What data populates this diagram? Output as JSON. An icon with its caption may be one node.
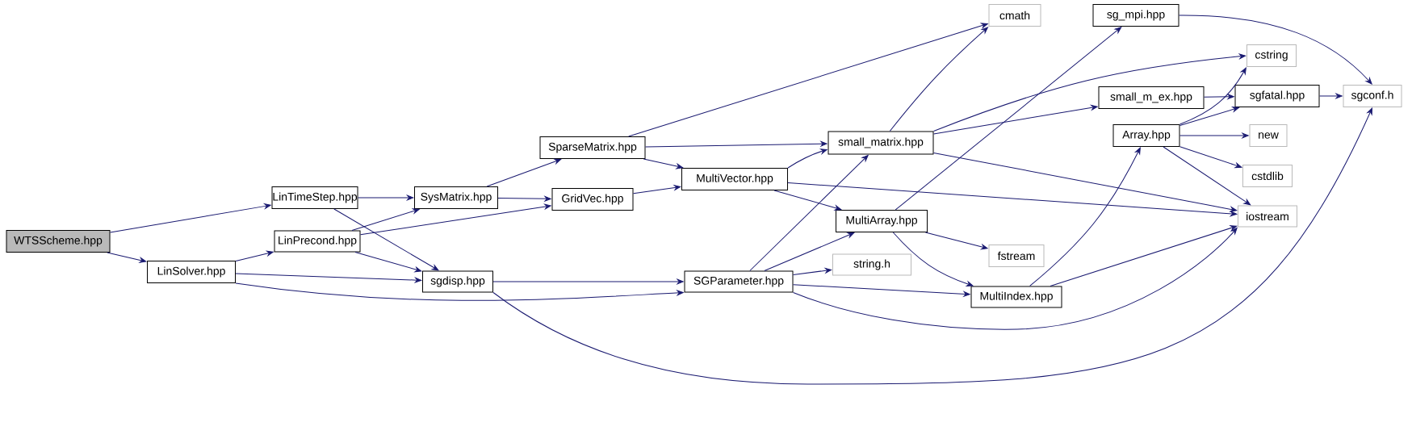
{
  "diagram": {
    "nodes": [
      {
        "text": [
          "WTSScheme.hpp"
        ]
      },
      {
        "text": [
          "LinTimeStep.hpp"
        ]
      },
      {
        "text": [
          "LinSolver.hpp"
        ]
      },
      {
        "text": [
          "LinPrecond.hpp"
        ]
      },
      {
        "text": [
          "SysMatrix.hpp"
        ]
      },
      {
        "text": [
          "sgdisp.hpp"
        ]
      },
      {
        "text": [
          "SparseMatrix.hpp"
        ]
      },
      {
        "text": [
          "GridVec.hpp"
        ]
      },
      {
        "text": [
          "SGParameter.hpp"
        ]
      },
      {
        "text": [
          "MultiVector.hpp"
        ]
      },
      {
        "text": [
          "small_matrix.hpp"
        ]
      },
      {
        "text": [
          "MultiArray.hpp"
        ]
      },
      {
        "text": [
          "string.h"
        ]
      },
      {
        "text": [
          "cmath"
        ]
      },
      {
        "text": [
          "sg_mpi.hpp"
        ]
      },
      {
        "text": [
          "cstring"
        ]
      },
      {
        "text": [
          "small_m_ex.hpp"
        ]
      },
      {
        "text": [
          "sgfatal.hpp"
        ]
      },
      {
        "text": [
          "sgconf.h"
        ]
      },
      {
        "text": [
          "Array.hpp"
        ]
      },
      {
        "text": [
          "new"
        ]
      },
      {
        "text": [
          "cstdlib"
        ]
      },
      {
        "text": [
          "iostream"
        ]
      },
      {
        "text": [
          "fstream"
        ]
      },
      {
        "text": [
          "MultiIndex.hpp"
        ]
      }
    ],
    "edges": [
      {
        "from": 0,
        "to": 1,
        "arrow": "to"
      },
      {
        "from": 0,
        "to": 2,
        "arrow": "to"
      },
      {
        "from": 1,
        "to": 4,
        "arrow": "to"
      },
      {
        "from": 1,
        "to": 5,
        "arrow": "to"
      },
      {
        "from": 2,
        "to": 3,
        "arrow": "to"
      },
      {
        "from": 2,
        "to": 5,
        "arrow": "to"
      },
      {
        "from": 2,
        "to": 8,
        "arrow": "to"
      },
      {
        "from": 3,
        "to": 4,
        "arrow": "to"
      },
      {
        "from": 3,
        "to": 7,
        "arrow": "to"
      },
      {
        "from": 3,
        "to": 5,
        "arrow": "to"
      },
      {
        "from": 4,
        "to": 6,
        "arrow": "to"
      },
      {
        "from": 4,
        "to": 7,
        "arrow": "to"
      },
      {
        "from": 5,
        "to": 8,
        "arrow": "to"
      },
      {
        "from": 5,
        "to": 18,
        "arrow": "to"
      },
      {
        "from": 6,
        "to": 13,
        "arrow": "to"
      },
      {
        "from": 6,
        "to": 10,
        "arrow": "to"
      },
      {
        "from": 6,
        "to": 9,
        "arrow": "to"
      },
      {
        "from": 7,
        "to": 9,
        "arrow": "to"
      },
      {
        "from": 9,
        "to": 10,
        "arrow": "to"
      },
      {
        "from": 9,
        "to": 11,
        "arrow": "to"
      },
      {
        "from": 9,
        "to": 22,
        "arrow": "to"
      },
      {
        "from": 8,
        "to": 10,
        "arrow": "to"
      },
      {
        "from": 8,
        "to": 11,
        "arrow": "to"
      },
      {
        "from": 8,
        "to": 12,
        "arrow": "to"
      },
      {
        "from": 8,
        "to": 24,
        "arrow": "to"
      },
      {
        "from": 8,
        "to": 22,
        "arrow": "to"
      },
      {
        "from": 10,
        "to": 13,
        "arrow": "to"
      },
      {
        "from": 10,
        "to": 15,
        "arrow": "to"
      },
      {
        "from": 10,
        "to": 16,
        "arrow": "to"
      },
      {
        "from": 10,
        "to": 22,
        "arrow": "to"
      },
      {
        "from": 11,
        "to": 14,
        "arrow": "to"
      },
      {
        "from": 11,
        "to": 23,
        "arrow": "to"
      },
      {
        "from": 11,
        "to": 24,
        "arrow": "to"
      },
      {
        "from": 14,
        "to": 18,
        "arrow": "to"
      },
      {
        "from": 16,
        "to": 17,
        "arrow": "to"
      },
      {
        "from": 17,
        "to": 18,
        "arrow": "to"
      },
      {
        "from": 19,
        "to": 15,
        "arrow": "to"
      },
      {
        "from": 19,
        "to": 17,
        "arrow": "to"
      },
      {
        "from": 19,
        "to": 20,
        "arrow": "to"
      },
      {
        "from": 19,
        "to": 21,
        "arrow": "to"
      },
      {
        "from": 19,
        "to": 22,
        "arrow": "to"
      },
      {
        "from": 24,
        "to": 19,
        "arrow": "to"
      },
      {
        "from": 24,
        "to": 22,
        "arrow": "to"
      }
    ]
  }
}
